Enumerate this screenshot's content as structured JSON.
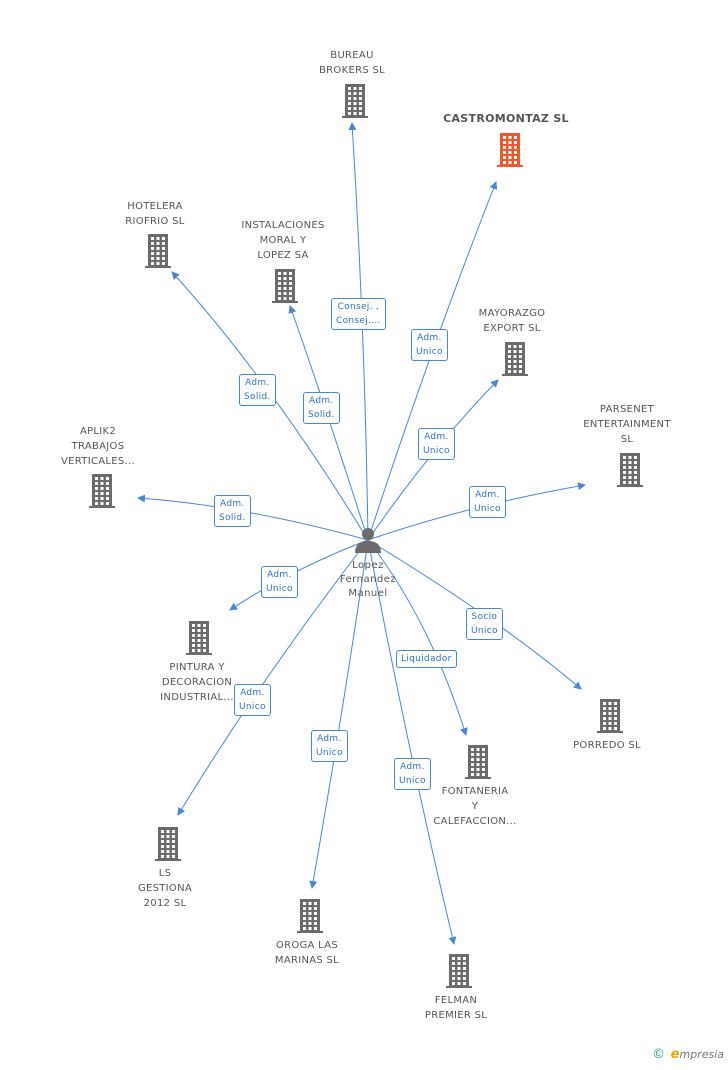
{
  "colors": {
    "edge": "#4a86d8",
    "building": "#6b6b6b",
    "building_focus": "#f0572a",
    "label": "#555555"
  },
  "center": {
    "name": "Lopez\nFernandez\nManuel",
    "icon": "person-icon"
  },
  "companies": [
    {
      "id": "bureau",
      "name": "BUREAU\nBROKERS SL",
      "focus": false
    },
    {
      "id": "castromontaz",
      "name": "CASTROMONTAZ SL",
      "focus": true
    },
    {
      "id": "hotelera",
      "name": "HOTELERA\nRIOFRIO SL",
      "focus": false
    },
    {
      "id": "instalaciones",
      "name": "INSTALACIONES\nMORAL Y\nLOPEZ SA",
      "focus": false
    },
    {
      "id": "mayorazgo",
      "name": "MAYORAZGO\nEXPORT SL",
      "focus": false
    },
    {
      "id": "parsenet",
      "name": "PARSENET\nENTERTAINMENT\nSL",
      "focus": false
    },
    {
      "id": "aplik2",
      "name": "APLIK2\nTRABAJOS\nVERTICALES...",
      "focus": false
    },
    {
      "id": "pintura",
      "name": "PINTURA Y\nDECORACION\nINDUSTRIAL...",
      "focus": false
    },
    {
      "id": "porredo",
      "name": "PORREDO SL",
      "focus": false
    },
    {
      "id": "fontaneria",
      "name": "FONTANERIA\nY\nCALEFACCION...",
      "focus": false
    },
    {
      "id": "ls",
      "name": "LS\nGESTIONA\n2012 SL",
      "focus": false
    },
    {
      "id": "oroga",
      "name": "OROGA LAS\nMARINAS SL",
      "focus": false
    },
    {
      "id": "felman",
      "name": "FELMAN\nPREMIER SL",
      "focus": false
    }
  ],
  "relations": [
    {
      "target": "bureau",
      "label": "Consej. ,\nConsej...."
    },
    {
      "target": "castromontaz",
      "label": "Adm.\nUnico"
    },
    {
      "target": "hotelera",
      "label": "Adm.\nSolid."
    },
    {
      "target": "instalaciones",
      "label": "Adm.\nSolid."
    },
    {
      "target": "mayorazgo",
      "label": "Adm.\nUnico"
    },
    {
      "target": "parsenet",
      "label": "Adm.\nUnico"
    },
    {
      "target": "aplik2",
      "label": "Adm.\nSolid."
    },
    {
      "target": "pintura",
      "label": "Adm.\nUnico"
    },
    {
      "target": "porredo",
      "label": "Socio\nÚnico"
    },
    {
      "target": "fontaneria",
      "label": "Liquidador"
    },
    {
      "target": "ls",
      "label": "Adm.\nUnico"
    },
    {
      "target": "oroga",
      "label": "Adm.\nUnico"
    },
    {
      "target": "felman",
      "label": "Adm.\nUnico"
    }
  ],
  "footer": {
    "copyright": "©",
    "brand_initial": "e",
    "brand_rest": "mpresia"
  }
}
